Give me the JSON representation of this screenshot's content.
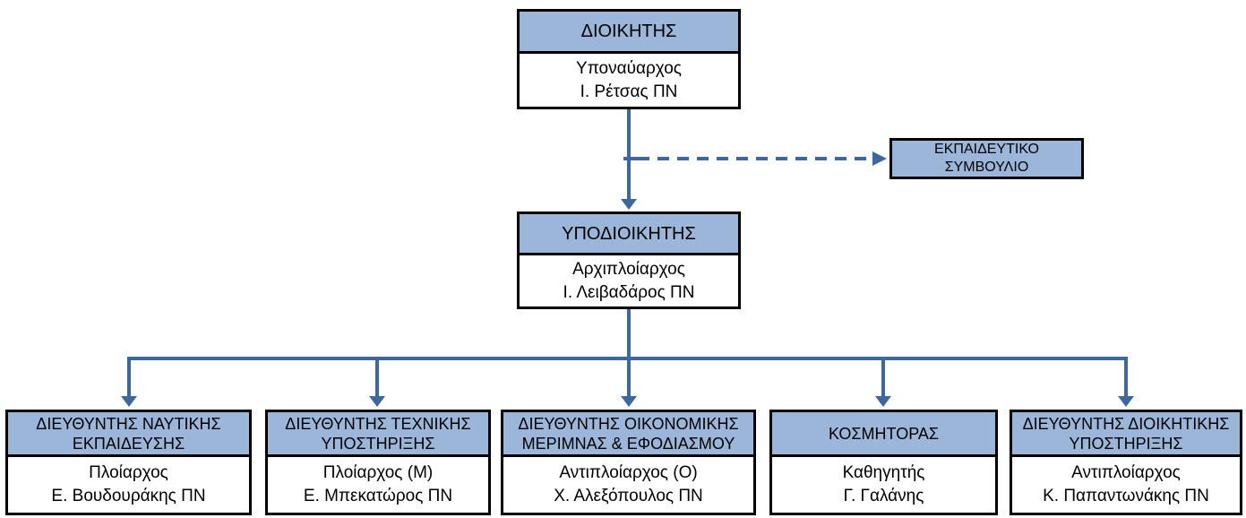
{
  "org_chart": {
    "commander": {
      "title": "ΔΙΟΙΚΗΤΗΣ",
      "person": "Υποναύαρχος\nΙ. Ρέτσας ΠΝ"
    },
    "education_council": {
      "title": "ΕΚΠΑΙΔΕΥΤΙΚΟ\nΣΥΜΒΟΥΛΙΟ"
    },
    "deputy_commander": {
      "title": "ΥΠΟΔΙΟΙΚΗΤΗΣ",
      "person": "Αρχιπλοίαρχος\nΙ. Λειβαδάρος ΠΝ"
    },
    "directorates": [
      {
        "title": "ΔΙΕΥΘΥΝΤΗΣ ΝΑΥΤΙΚΗΣ\nΕΚΠΑΙΔΕΥΣΗΣ",
        "person": "Πλοίαρχος\nΕ. Βουδουράκης ΠΝ"
      },
      {
        "title": "ΔΙΕΥΘΥΝΤΗΣ ΤΕΧΝΙΚΗΣ\nΥΠΟΣΤΗΡΙΞΗΣ",
        "person": "Πλοίαρχος (Μ)\nΕ. Μπεκατώρος ΠΝ"
      },
      {
        "title": "ΔΙΕΥΘΥΝΤΗΣ ΟΙΚΟΝΟΜΙΚΗΣ\nΜΕΡΙΜΝΑΣ & ΕΦΟΔΙΑΣΜΟΥ",
        "person": "Αντιπλοίαρχος (Ο)\nΧ. Αλεξόπουλος ΠΝ"
      },
      {
        "title": "ΚΟΣΜΗΤΟΡΑΣ",
        "person": "Καθηγητής\nΓ. Γαλάνης"
      },
      {
        "title": "ΔΙΕΥΘΥΝΤΗΣ ΔΙΟΙΚΗΤΙΚΗΣ\nΥΠΟΣΤΗΡΙΞΗΣ",
        "person": "Αντιπλοίαρχος\nΚ. Παπαντωνάκης ΠΝ"
      }
    ],
    "colors": {
      "node_fill": "#9CB6DA",
      "connector": "#3E689B",
      "border": "#000000"
    }
  }
}
